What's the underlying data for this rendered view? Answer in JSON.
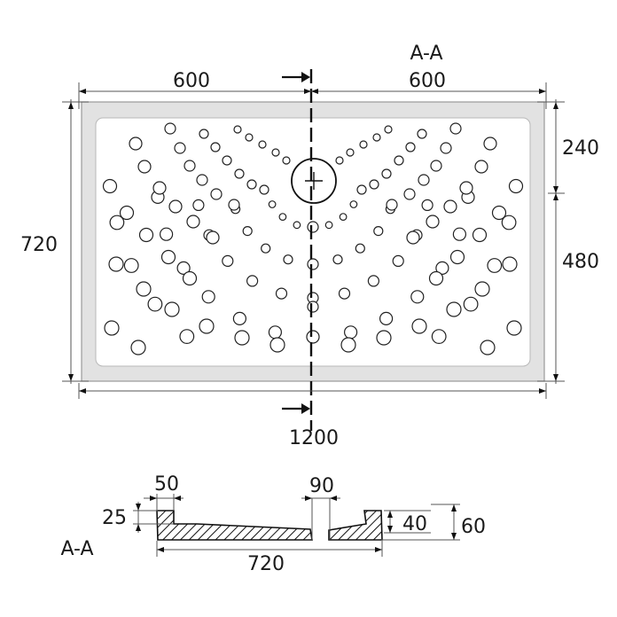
{
  "plan_view": {
    "section_marker": "A-A",
    "dims": {
      "top_left_half": "600",
      "top_right_half": "600",
      "overall_length": "1200",
      "overall_width": "720",
      "right_upper": "240",
      "right_lower": "480"
    }
  },
  "section_view": {
    "label": "A-A",
    "dims": {
      "rim_width": "50",
      "rim_height": "25",
      "drain_width": "90",
      "inner_depth": "40",
      "total_height": "60",
      "section_length": "720"
    }
  }
}
